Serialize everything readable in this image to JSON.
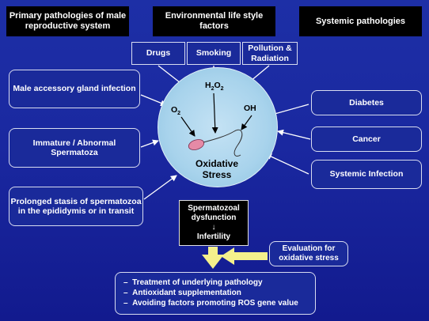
{
  "headers": {
    "primary": "Primary pathologies of male reproductive system",
    "environmental": "Environmental life style factors",
    "systemic": "Systemic pathologies"
  },
  "env_factors": [
    "Drugs",
    "Smoking",
    "Pollution & Radiation"
  ],
  "left_boxes": [
    "Male accessory gland infection",
    "Immature / Abnormal Spermatoza",
    "Prolonged stasis of spermatozoa in the epididymis or in transit"
  ],
  "right_boxes": [
    "Diabetes",
    "Cancer",
    "Systemic Infection"
  ],
  "circle": {
    "h2o2_main": "H",
    "h2o2_sub1": "2",
    "h2o2_mid": "O",
    "h2o2_sub2": "2",
    "o2_main": "O",
    "o2_sub": "2",
    "oh": "OH",
    "title_line1": "Oxidative",
    "title_line2": "Stress"
  },
  "outcome": {
    "line1": "Spermatozoal dysfunction",
    "arrow": "↓",
    "line2": "Infertility"
  },
  "evaluation": "Evaluation for oxidative stress",
  "treatments": {
    "bullet": "–",
    "items": [
      "Treatment of underlying pathology",
      "Antioxidant supplementation",
      "Avoiding factors promoting ROS gene value"
    ]
  },
  "colors": {
    "background": "#1a28a0",
    "box_fill": "#1a2a9a",
    "header_fill": "#000000",
    "circle_fill": "#b4daf0",
    "arrow_yellow": "#f4f08c",
    "arrow_white": "#ffffff"
  },
  "icons": [
    "sperm-cell-icon"
  ]
}
